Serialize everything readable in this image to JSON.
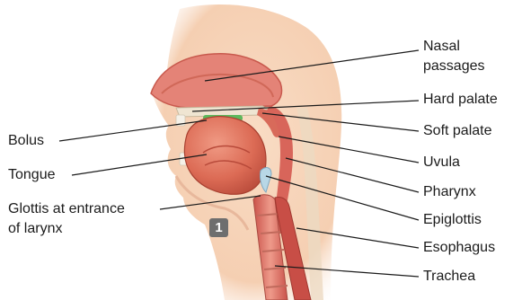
{
  "labels": {
    "nasal_passages": [
      "Nasal",
      "passages"
    ],
    "hard_palate": "Hard palate",
    "soft_palate": "Soft palate",
    "uvula": "Uvula",
    "pharynx": "Pharynx",
    "epiglottis": "Epiglottis",
    "esophagus": "Esophagus",
    "trachea": "Trachea",
    "bolus": "Bolus",
    "tongue": "Tongue",
    "glottis": [
      "Glottis at entrance",
      "of larynx"
    ]
  },
  "step_number": "1",
  "colors": {
    "skin": "#f7d5bb",
    "tissue": "#e2776a",
    "bolus": "#5cb85c",
    "leader_line": "#1b1b1b"
  }
}
